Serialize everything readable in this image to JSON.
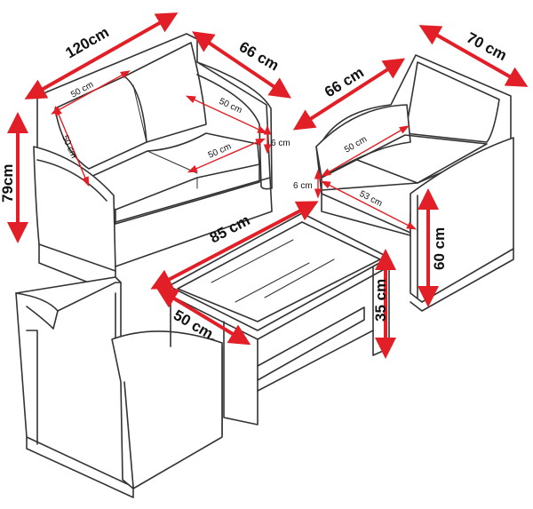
{
  "colors": {
    "line": "#333333",
    "dimension": "#e21f26",
    "background": "#ffffff"
  },
  "dimensions": {
    "sofa_width": "120cm",
    "sofa_depth": "66 cm",
    "sofa_height": "79cm",
    "sofa_seat_width": "50 cm",
    "sofa_back_height": "50 cm",
    "sofa_back_width": "50 cm",
    "sofa_cushion_width": "50 cm",
    "sofa_cushion_thickness": "6 cm",
    "chair_depth": "66 cm",
    "chair_width": "70 cm",
    "chair_seat_width": "50 cm",
    "chair_cushion_thickness": "6 cm",
    "chair_seat_depth": "53 cm",
    "chair_arm_height": "60 cm",
    "table_length": "85 cm",
    "table_width": "50 cm",
    "table_height": "35 cm"
  }
}
